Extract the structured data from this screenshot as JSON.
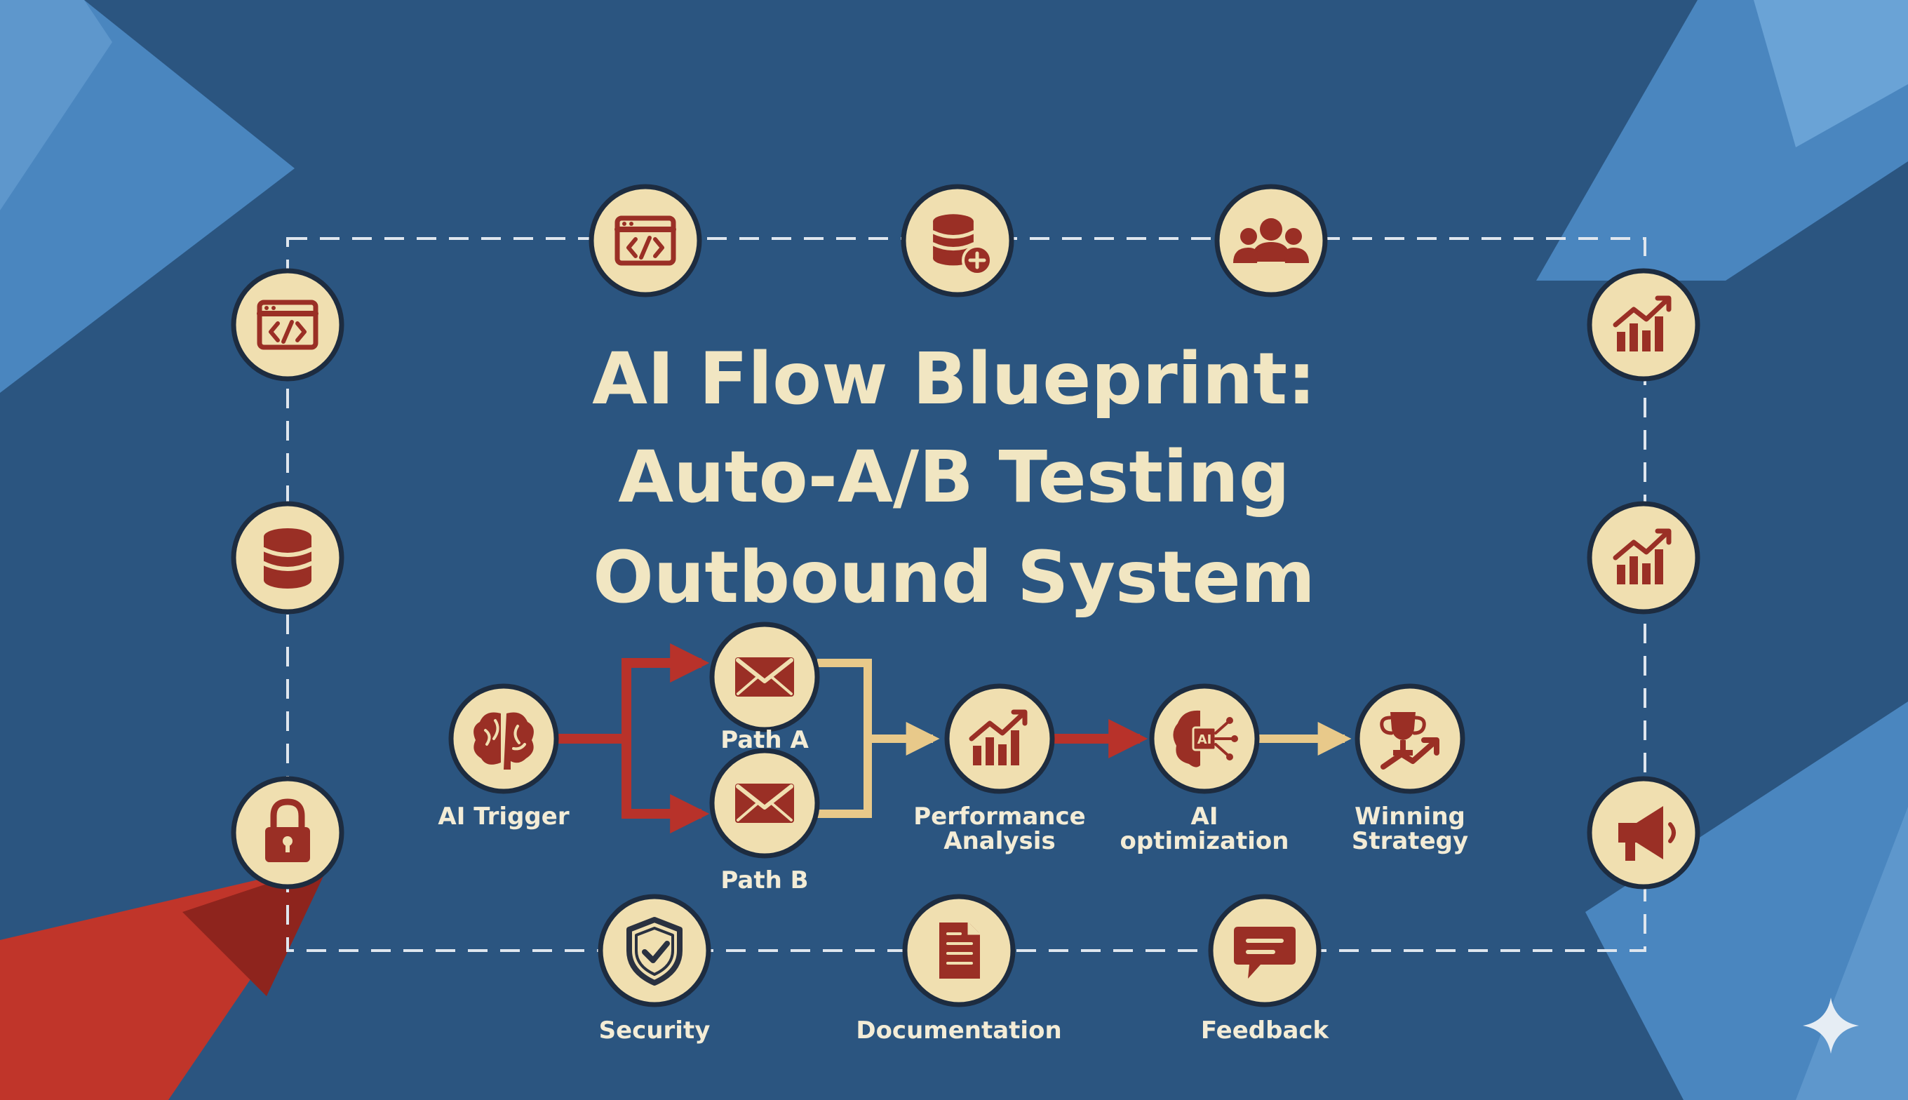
{
  "title": {
    "line1": "AI Flow Blueprint:",
    "line2": "Auto-A/B Testing",
    "line3": "Outbound System"
  },
  "flow": {
    "ai_trigger": "AI Trigger",
    "path_a": "Path A",
    "path_b": "Path B",
    "performance_1": "Performance",
    "performance_2": "Analysis",
    "ai_opt_1": "AI",
    "ai_opt_2": "optimization",
    "winning_1": "Winning",
    "winning_2": "Strategy"
  },
  "bottom": {
    "security": "Security",
    "documentation": "Documentation",
    "feedback": "Feedback"
  },
  "icons": {
    "top": [
      "code-window-icon",
      "database-add-icon",
      "team-icon"
    ],
    "left": [
      "code-window-icon",
      "database-icon",
      "padlock-icon"
    ],
    "right": [
      "bar-chart-growth-icon",
      "bar-chart-growth-icon",
      "megaphone-icon"
    ],
    "flow": [
      "brain-icon",
      "envelope-icon",
      "envelope-icon",
      "bar-chart-growth-icon",
      "ai-chip-icon",
      "trophy-icon"
    ],
    "bottom": [
      "shield-check-icon",
      "document-icon",
      "chat-bubble-icon"
    ]
  },
  "colors": {
    "background": "#2b5580",
    "icon_fill": "#f0dfb0",
    "accent_red": "#b8322a",
    "accent_gold": "#e8c98a",
    "text": "#f1e6c2"
  }
}
